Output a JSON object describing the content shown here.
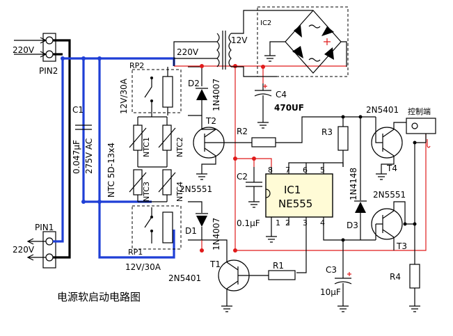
{
  "caption": "电源软启动电路图",
  "terminals": {
    "ac_in_top": "220V",
    "ac_out_bottom": "220V",
    "pin2": "PIN2",
    "pin1": "PIN1",
    "ac_transformer": "220V",
    "transformer_secondary": "12V",
    "control": "控制端"
  },
  "components": {
    "ic2": "IC2",
    "c1": "C1",
    "c1_value": "0.047μF",
    "c1_rating": "275V AC",
    "rp2": "RP2",
    "rp2_rating": "12V/30A",
    "rp1": "RP1",
    "rp1_rating": "12V/30A",
    "d2": "D2",
    "d2_type": "1N4007",
    "d1": "D1",
    "d1_type": "1N4007",
    "ntc_spec": "NTC 5D-13x4",
    "ntc1": "NTC1",
    "ntc2": "NTC2",
    "ntc3": "NTC3",
    "ntc4": "NTC4",
    "c4": "C4",
    "c4_value": "470UF",
    "t2": "T2",
    "t2_type": "2N5551",
    "t1": "T1",
    "t1_type": "2N5401",
    "r1": "R1",
    "r2": "R2",
    "r3": "R3",
    "r4": "R4",
    "c2": "C2",
    "c2_value": "0.1μF",
    "c3": "C3",
    "c3_value": "10μF",
    "ic1": "IC1",
    "ic1_type": "NE555",
    "pin8": "8",
    "pin7": "7",
    "pin6": "6",
    "pin5": "5",
    "pin1_ic": "1",
    "pin2_ic": "2",
    "pin3_ic": "3",
    "pin4_ic": "4",
    "d3": "D3",
    "d3_type": "1N4148",
    "t4": "T4",
    "t4_type": "2N5401",
    "t3": "T3",
    "t3_type": "2N5551"
  }
}
